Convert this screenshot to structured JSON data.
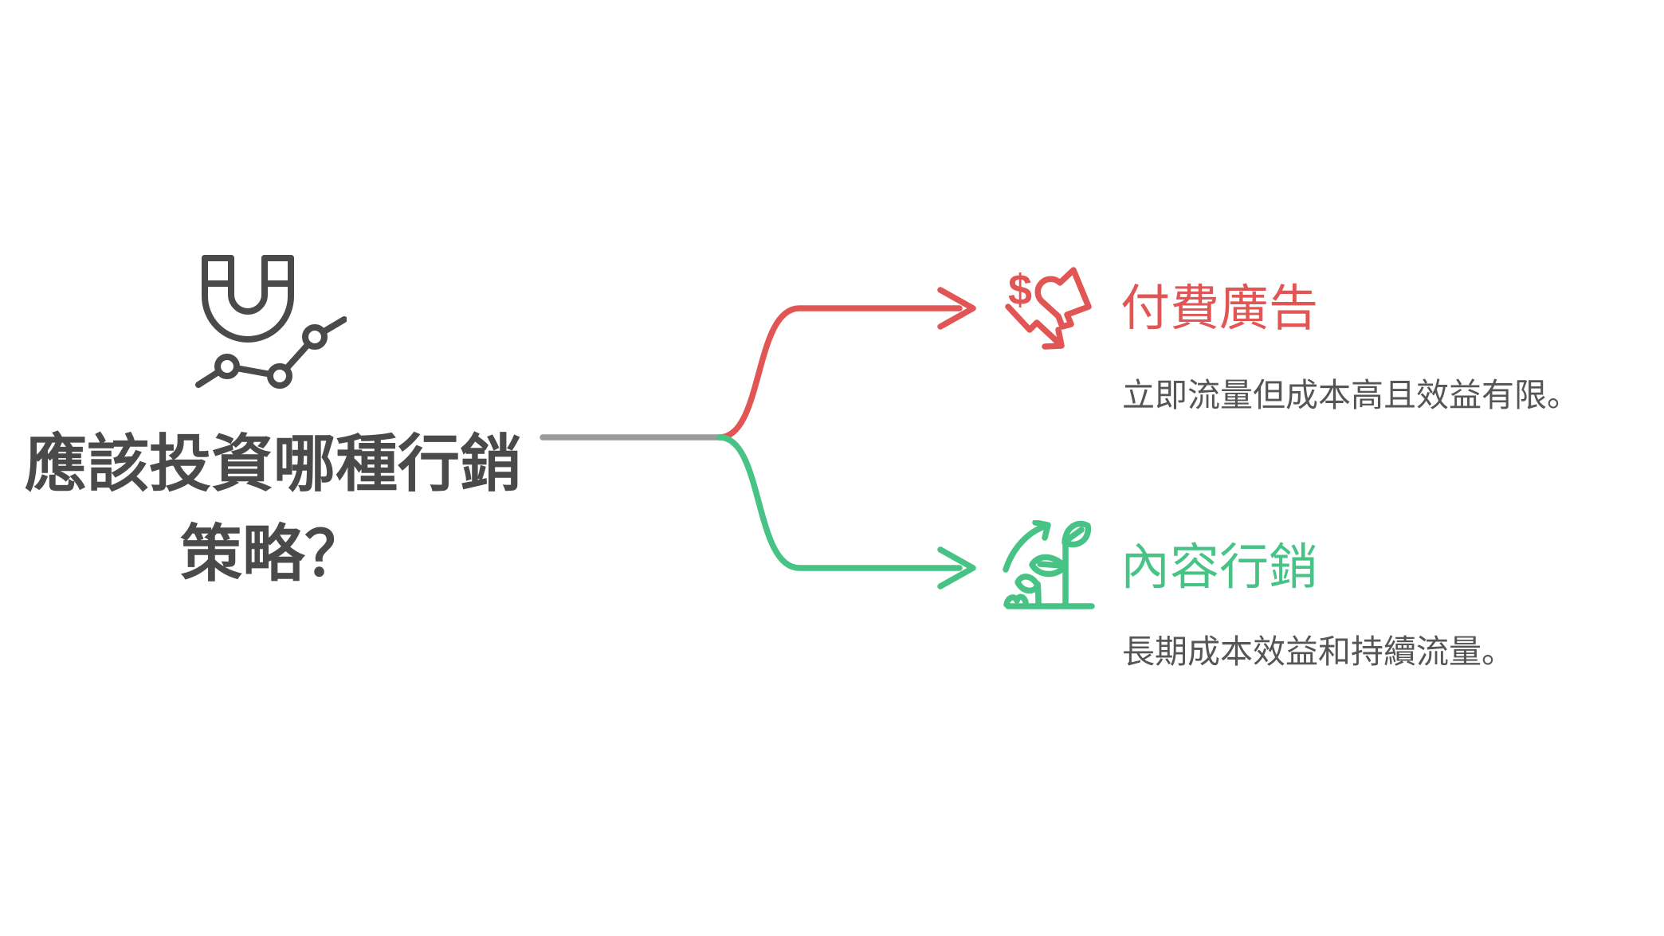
{
  "root": {
    "icon": "magnet-analytics",
    "title_line1": "應該投資哪種行銷",
    "title_line2": "策略？"
  },
  "branches": [
    {
      "label": "付費廣告",
      "description": "立即流量但成本高且效益有限。",
      "color": "#e15654",
      "icon": "dollar-megaphone-decline"
    },
    {
      "label": "內容行銷",
      "description": "長期成本效益和持續流量。",
      "color": "#47c385",
      "icon": "plant-growth"
    }
  ],
  "colors": {
    "root_text": "#4a4a4a",
    "description_text": "#555555",
    "connector_gray": "#9b9b9b",
    "paid_red": "#e15654",
    "content_green": "#47c385",
    "background": "#ffffff"
  }
}
